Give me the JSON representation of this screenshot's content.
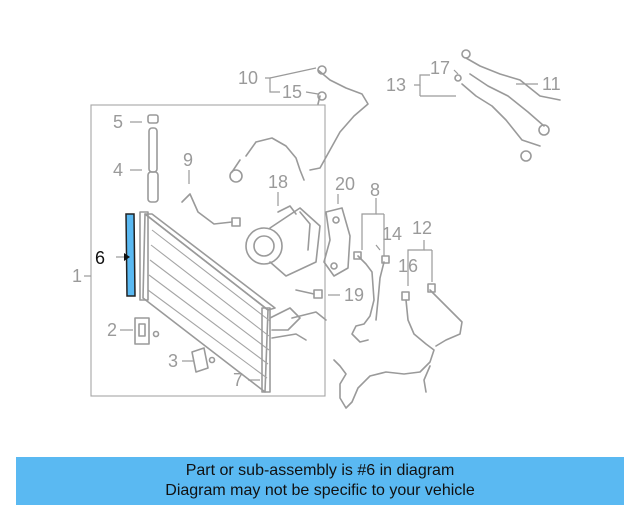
{
  "callouts": {
    "n1": "1",
    "n2": "2",
    "n3": "3",
    "n4": "4",
    "n5": "5",
    "n6": "6",
    "n7": "7",
    "n8": "8",
    "n9": "9",
    "n10": "10",
    "n11": "11",
    "n12": "12",
    "n13": "13",
    "n14": "14",
    "n15": "15",
    "n16": "16",
    "n17": "17",
    "n18": "18",
    "n19": "19",
    "n20": "20"
  },
  "highlight": {
    "part": "6",
    "color": "#5ab9f2"
  },
  "caption": {
    "line1": "Part or sub-assembly is #6 in diagram",
    "line2": "Diagram may not be specific to your vehicle",
    "background": "#5ab9f2"
  }
}
